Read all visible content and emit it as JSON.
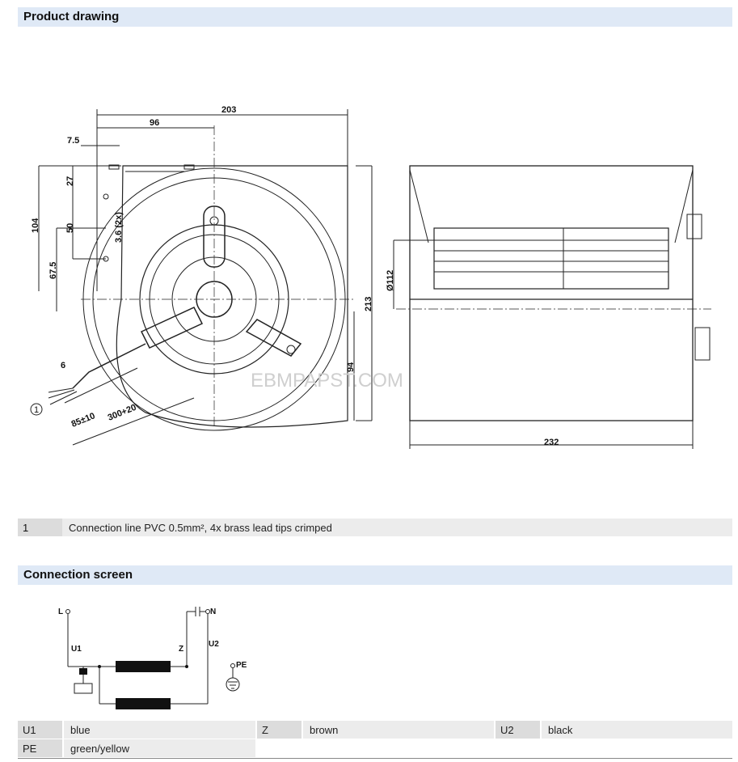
{
  "sections": {
    "product_drawing": "Product drawing",
    "connection_screen": "Connection screen"
  },
  "drawing": {
    "watermark": "EBMPAPST.COM",
    "dimensions": {
      "overall_width": "203",
      "hub_offset": "96",
      "small_offset": "7.5",
      "hole_spacing_top": "27",
      "hole_spacing": "50",
      "hole_diameter": "3.6 (2x)",
      "height_104": "104",
      "height_67_5": "67.5",
      "overall_height": "213",
      "lower_height": "94",
      "cable_tip": "6",
      "cable_strip": "85±10",
      "cable_length": "300+20",
      "inlet_diameter": "Ø112",
      "side_length": "232",
      "callout_1": "1"
    }
  },
  "legend": {
    "number": "1",
    "description": "Connection line PVC 0.5mm², 4x brass lead tips crimped"
  },
  "wiring_diagram": {
    "L": "L",
    "N": "N",
    "U1": "U1",
    "Z": "Z",
    "U2": "U2",
    "PE": "PE"
  },
  "wire_colors": [
    {
      "key": "U1",
      "value": "blue"
    },
    {
      "key": "Z",
      "value": "brown"
    },
    {
      "key": "U2",
      "value": "black"
    },
    {
      "key": "PE",
      "value": "green/yellow"
    }
  ]
}
